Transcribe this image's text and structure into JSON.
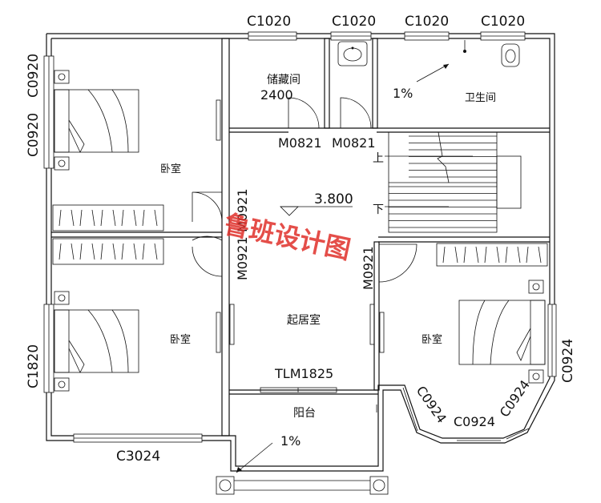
{
  "rooms": {
    "storage": "储藏间",
    "bedroom_tl": "卧室",
    "bedroom_bl": "卧室",
    "bedroom_r": "卧室",
    "bathroom": "卫生间",
    "living": "起居室",
    "balcony": "阳台"
  },
  "windows": {
    "top1": "C1020",
    "top2": "C1020",
    "top3": "C1020",
    "top4": "C1020",
    "left1": "C0920",
    "left2": "C0920",
    "left3": "C1820",
    "bottom": "C3024",
    "bay_left": "C0924",
    "bay_mid": "C0924",
    "bay_right": "C0924",
    "right": "C0924"
  },
  "doors": {
    "m0821_left": "M0821",
    "m0821_right": "M0821",
    "m0921_top": "M0921",
    "m0921_bottom": "M0921",
    "m0921_right": "M0921",
    "tlm": "TLM1825"
  },
  "dimensions": {
    "storage_width": "2400",
    "elevation": "3.800"
  },
  "slopes": {
    "bathroom": "1%",
    "balcony": "1%"
  },
  "stairs": {
    "up": "上",
    "down": "下"
  },
  "watermark": "鲁班设计图"
}
